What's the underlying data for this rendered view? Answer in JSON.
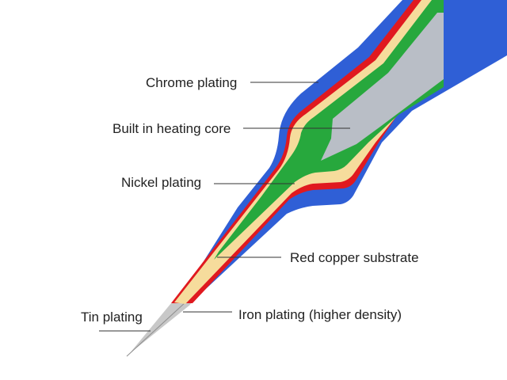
{
  "labels": {
    "chrome": "Chrome plating",
    "core": "Built in heating core",
    "nickel": "Nickel plating",
    "copper": "Red copper substrate",
    "tin": "Tin plating",
    "iron": "Iron plating (higher density)"
  },
  "colors": {
    "chrome_blue": "#2f5fd6",
    "red": "#e0191f",
    "cream": "#f6dc9c",
    "nickel_green": "#27a83d",
    "core_gray": "#b9bec6",
    "tin_gray": "#c8c8c8"
  }
}
